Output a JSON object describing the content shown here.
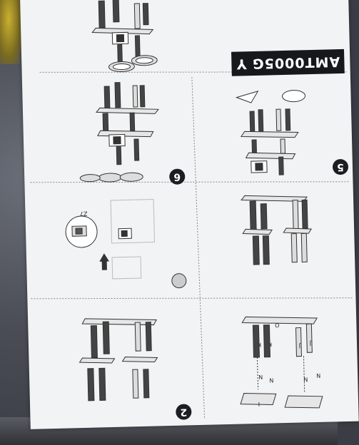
{
  "document": {
    "model_label": "AMT0005G Y",
    "steps": [
      {
        "id": "step-6",
        "number": "6"
      },
      {
        "id": "step-5",
        "number": "5"
      },
      {
        "id": "step-2",
        "number": "2"
      }
    ],
    "part_labels": [
      "N",
      "N",
      "N",
      "N",
      "K",
      "K",
      "J",
      "J",
      "Z7",
      "I",
      "O"
    ],
    "colors": {
      "paper": "#f2f3f5",
      "ink": "#1b1d22",
      "background": "#3a3d44"
    }
  }
}
